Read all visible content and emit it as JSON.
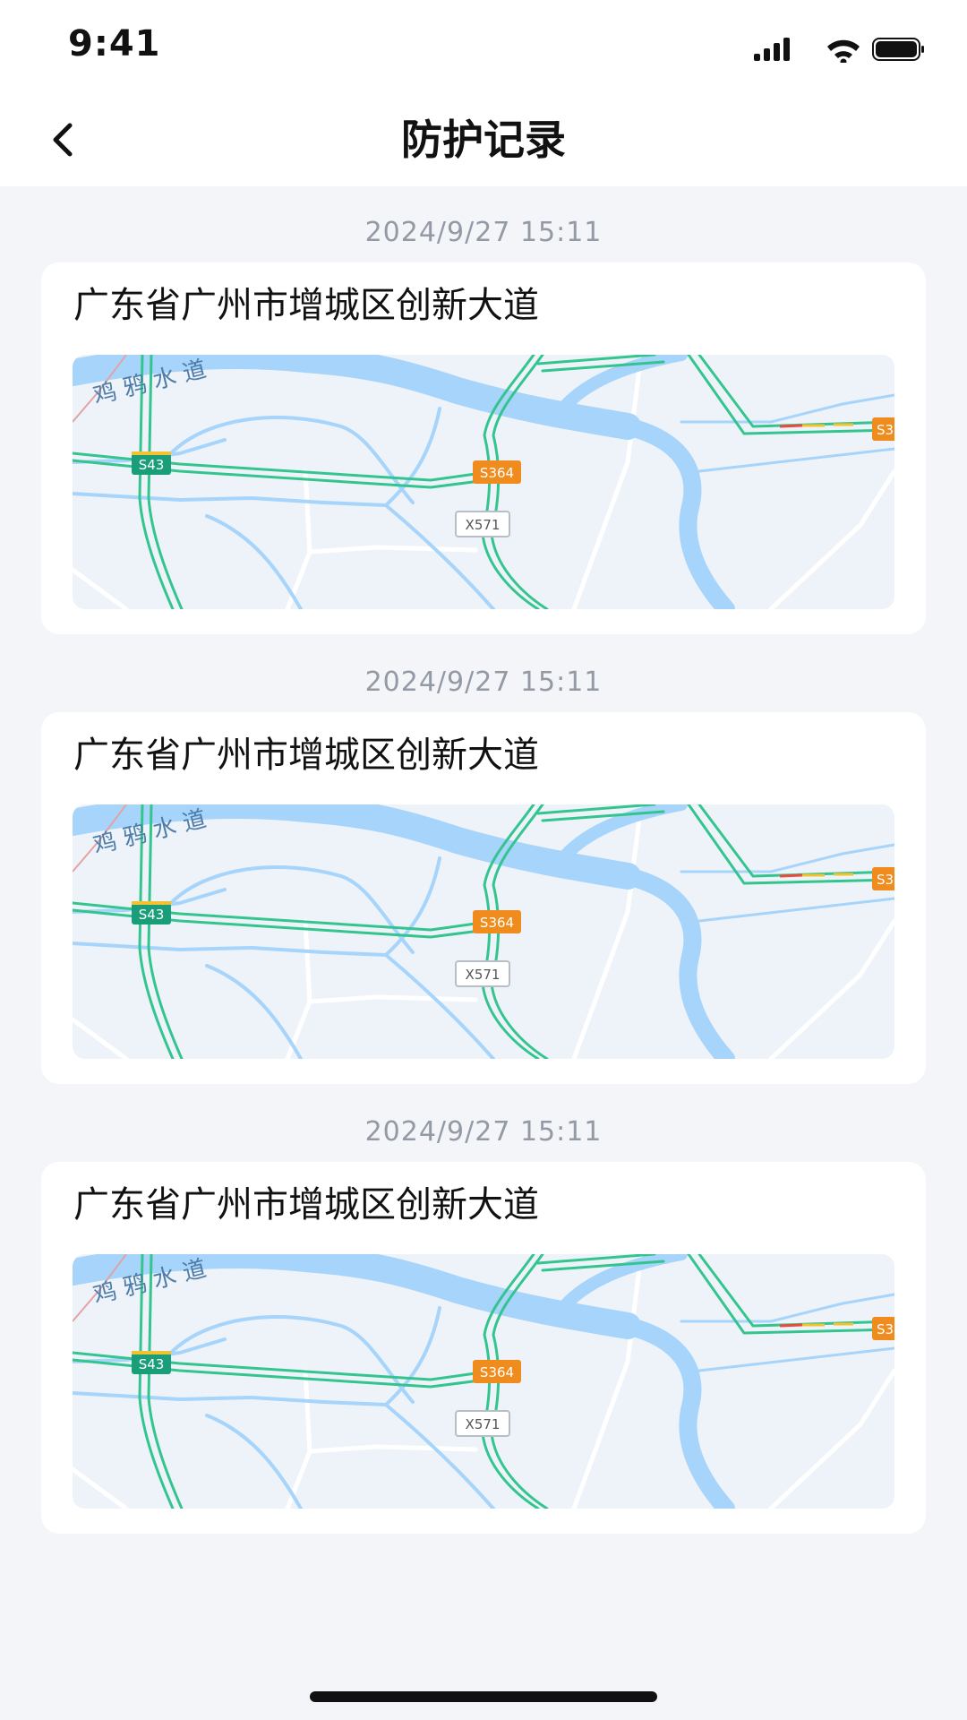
{
  "status_bar": {
    "time": "9:41",
    "icons": [
      "signal-icon",
      "wifi-icon",
      "battery-icon"
    ]
  },
  "nav": {
    "back_icon": "chevron-left-icon",
    "title": "防护记录"
  },
  "records": [
    {
      "time": "2024/9/27 15:11",
      "address": "广东省广州市增城区创新大道",
      "map": {
        "river_label": "鸡 鸦 水 道",
        "road_labels": [
          "S43",
          "S364",
          "X571",
          "S3"
        ]
      }
    },
    {
      "time": "2024/9/27 15:11",
      "address": "广东省广州市增城区创新大道",
      "map": {
        "river_label": "鸡 鸦 水 道",
        "road_labels": [
          "S43",
          "S364",
          "X571",
          "S3"
        ]
      }
    },
    {
      "time": "2024/9/27 15:11",
      "address": "广东省广州市增城区创新大道",
      "map": {
        "river_label": "鸡 鸦 水 道",
        "road_labels": [
          "S43",
          "S364",
          "X571",
          "S3"
        ]
      }
    }
  ],
  "colors": {
    "background": "#f3f5f8",
    "card": "#ffffff",
    "timestamp": "#939aa6",
    "river": "#a6d4fa",
    "highway": "#34c48e",
    "provincial_badge": "#f08c1e",
    "expressway_badge": "#1a9e7a"
  }
}
